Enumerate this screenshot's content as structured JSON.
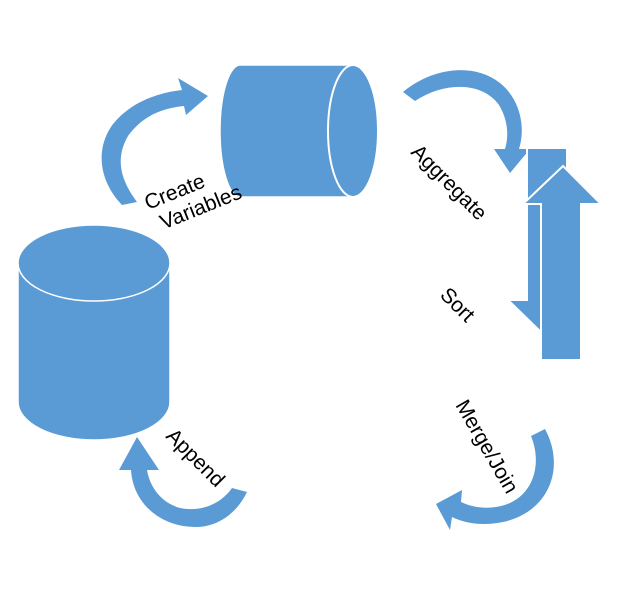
{
  "colors": {
    "shape_fill": "#5B9BD5",
    "shape_stroke": "#FFFFFF",
    "background": "#FFFFFF",
    "text": "#000000"
  },
  "labels": {
    "create_line1": "Create",
    "create_line2": "Variables",
    "aggregate": "Aggregate",
    "sort": "Sort",
    "merge_join": "Merge/Join",
    "append": "Append"
  },
  "shapes": [
    {
      "kind": "cylinder",
      "orientation": "vertical",
      "role": "main-dataset"
    },
    {
      "kind": "cylinder",
      "orientation": "horizontal",
      "role": "derived-dataset"
    },
    {
      "kind": "curved-arrow",
      "step": "create-variables"
    },
    {
      "kind": "curved-arrow",
      "step": "aggregate"
    },
    {
      "kind": "double-arrow",
      "step": "sort"
    },
    {
      "kind": "curved-arrow",
      "step": "merge-join"
    },
    {
      "kind": "curved-arrow",
      "step": "append"
    }
  ]
}
